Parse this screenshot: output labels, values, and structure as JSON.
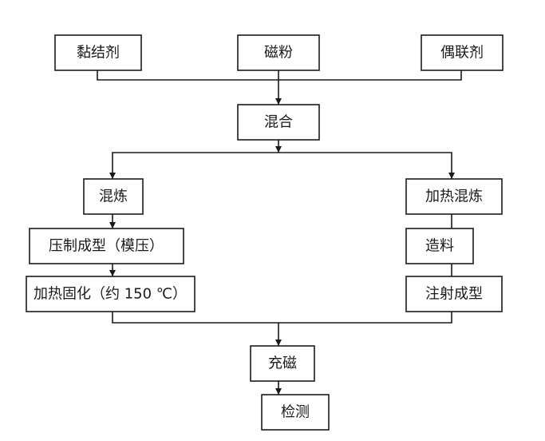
{
  "diagram": {
    "colors": {
      "line": "#1a1a1a",
      "box_fill": "#ffffff",
      "text": "#1a1a1a",
      "background": "#ffffff"
    },
    "nodes": {
      "binder": "黏结剂",
      "magnetic_powder": "磁粉",
      "coupling_agent": "偶联剂",
      "mixing": "混合",
      "kneading_left": "混炼",
      "heated_kneading": "加热混炼",
      "compression_molding": "压制成型（模压）",
      "pelletizing": "造料",
      "heat_curing": "加热固化（约 150 ℃）",
      "injection_molding": "注射成型",
      "magnetizing": "充磁",
      "inspection": "检测"
    }
  }
}
